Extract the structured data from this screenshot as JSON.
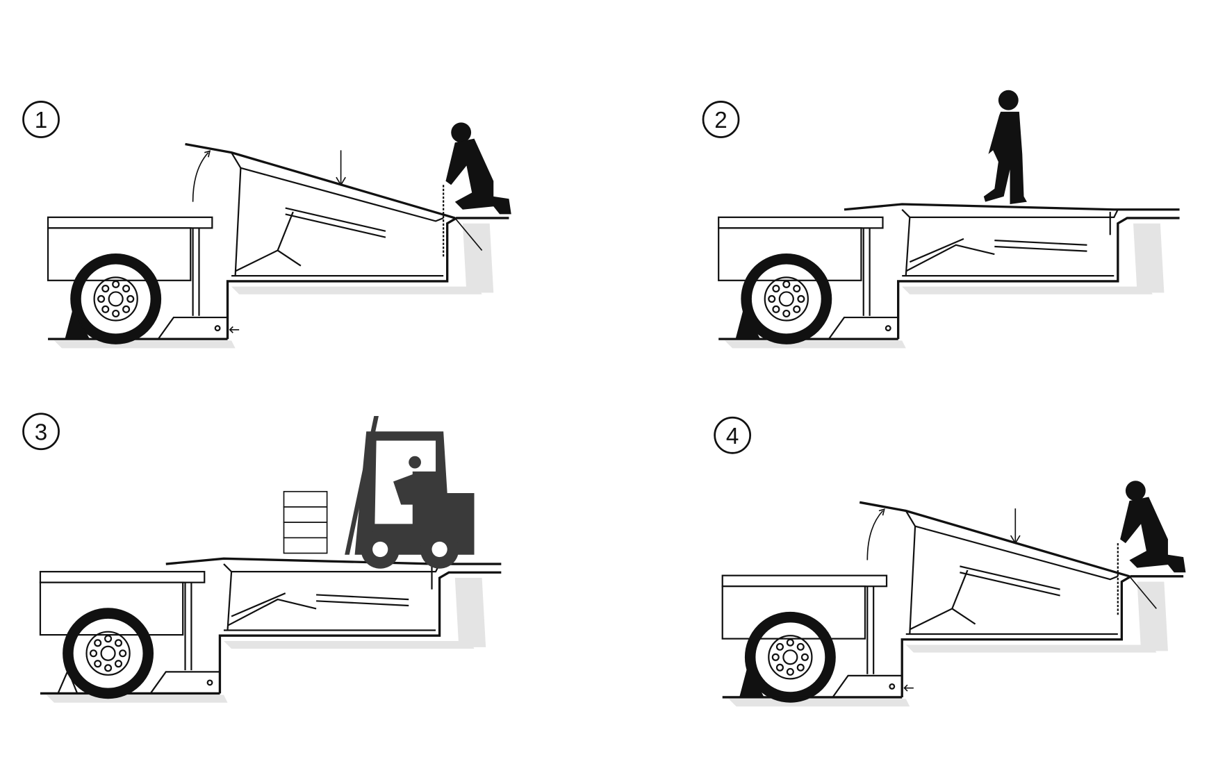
{
  "diagram": {
    "steps": [
      {
        "number": "1",
        "deck": "raised",
        "figure": "kneeling-person"
      },
      {
        "number": "2",
        "deck": "level",
        "figure": "walking-person"
      },
      {
        "number": "3",
        "deck": "level",
        "figure": "forklift"
      },
      {
        "number": "4",
        "deck": "raised",
        "figure": "kneeling-person"
      }
    ],
    "colors": {
      "line": "#111111",
      "figure": "#111111",
      "forklift": "#3a3a3a",
      "shadow": "#e4e4e4"
    }
  }
}
